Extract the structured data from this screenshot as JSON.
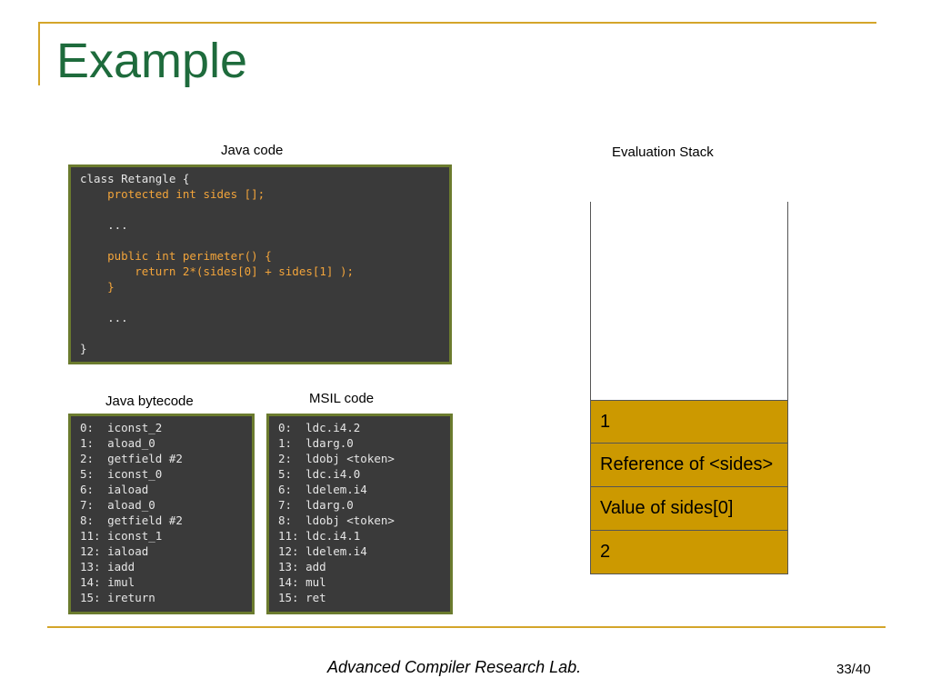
{
  "title": "Example",
  "java_code": {
    "caption": "Java code",
    "lines": [
      {
        "text": "class Retangle {",
        "hl": false
      },
      {
        "text": "    protected int sides [];",
        "hl": true
      },
      {
        "text": "",
        "hl": false
      },
      {
        "text": "    ...",
        "hl": false
      },
      {
        "text": "",
        "hl": false
      },
      {
        "text": "    public int perimeter() {",
        "hl": true
      },
      {
        "text": "        return 2*(sides[0] + sides[1] );",
        "hl": true
      },
      {
        "text": "    }",
        "hl": true
      },
      {
        "text": "",
        "hl": false
      },
      {
        "text": "    ...",
        "hl": false
      },
      {
        "text": "",
        "hl": false
      },
      {
        "text": "}",
        "hl": false
      }
    ]
  },
  "java_bytecode": {
    "caption": "Java bytecode",
    "lines": [
      "0:  iconst_2",
      "1:  aload_0",
      "2:  getfield #2",
      "5:  iconst_0",
      "6:  iaload",
      "7:  aload_0",
      "8:  getfield #2",
      "11: iconst_1",
      "12: iaload",
      "13: iadd",
      "14: imul",
      "15: ireturn"
    ]
  },
  "msil_code": {
    "caption": "MSIL code",
    "lines": [
      "0:  ldc.i4.2",
      "1:  ldarg.0",
      "2:  ldobj <token>",
      "5:  ldc.i4.0",
      "6:  ldelem.i4",
      "7:  ldarg.0",
      "8:  ldobj <token>",
      "11: ldc.i4.1",
      "12: ldelem.i4",
      "13: add",
      "14: mul",
      "15: ret"
    ]
  },
  "evaluation_stack": {
    "caption": "Evaluation Stack",
    "items": [
      "1",
      "Reference of <sides>",
      "Value of sides[0]",
      "2"
    ]
  },
  "footer": {
    "lab": "Advanced Compiler Research Lab.",
    "page": "33/40"
  },
  "colors": {
    "title": "#1e6b3c",
    "accent_rule": "#d4a52a",
    "code_bg": "#3a3a3a",
    "code_border": "#6b7b2e",
    "code_highlight": "#f2a43a",
    "stack_fill": "#cc9900"
  }
}
